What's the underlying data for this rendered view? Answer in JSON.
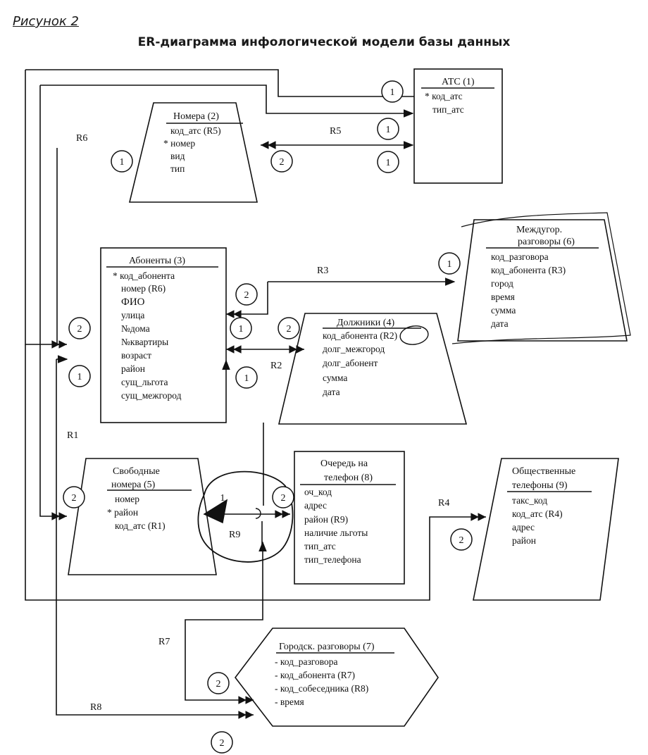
{
  "figure_caption": "Рисунок 2",
  "title": "ER-диаграмма инфологической модели базы данных",
  "entities": {
    "ats": {
      "title": "АТС  (1)",
      "attributes": [
        "* код_атс",
        "тип_атс"
      ]
    },
    "nomera": {
      "title": "Номера (2)",
      "attributes": [
        "код_атс (R5)",
        "* номер",
        "вид",
        "тип"
      ]
    },
    "abonenty": {
      "title": "Абоненты  (3)",
      "attributes": [
        "* код_абонента",
        "номер (R6)",
        "ФИО",
        "улица",
        "№дома",
        "№квартиры",
        "возраст",
        "район",
        "сущ_льгота",
        "сущ_межгород"
      ]
    },
    "dolzhniki": {
      "title": "Должники  (4)",
      "attributes": [
        "код_абонента (R2)",
        "долг_межгород",
        "долг_абонент",
        "сумма",
        "дата"
      ]
    },
    "svobodnye": {
      "title": [
        "Свободные",
        "номера  (5)"
      ],
      "attributes": [
        "номер",
        "* район",
        "код_атс (R1)"
      ]
    },
    "mezhdugor": {
      "title": [
        "Междугор.",
        "разговоры   (6)"
      ],
      "attributes": [
        "код_разговора",
        "код_абонента (R3)",
        "город",
        "время",
        "сумма",
        "дата"
      ]
    },
    "gorodsk": {
      "title": "Городск. разговоры (7)",
      "attributes": [
        "- код_разговора",
        "- код_абонента (R7)",
        "- код_собеседника (R8)",
        "- время"
      ]
    },
    "ochered": {
      "title": [
        "Очередь на",
        "телефон  (8)"
      ],
      "attributes": [
        "оч_код",
        "адрес",
        "район (R9)",
        "наличие льготы",
        "тип_атс",
        "тип_телефона"
      ]
    },
    "obshch": {
      "title": [
        "Общественные",
        "телефоны   (9)"
      ],
      "attributes": [
        "такс_код",
        "код_атс (R4)",
        "адрес",
        "район"
      ]
    }
  },
  "relationships": [
    "R1",
    "R2",
    "R3",
    "R4",
    "R5",
    "R6",
    "R7",
    "R8",
    "R9"
  ],
  "cardinality_markers": [
    "1",
    "2"
  ]
}
